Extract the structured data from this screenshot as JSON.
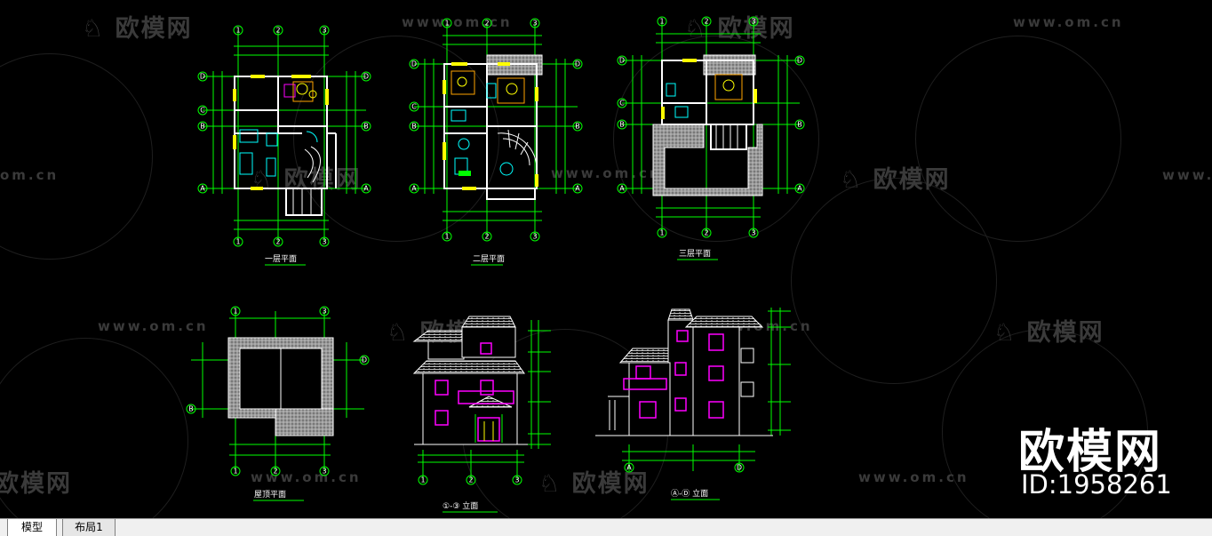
{
  "watermark": {
    "brand_text": "欧模网",
    "url_text": "www.om.cn",
    "url_partial_left": "om.cn",
    "url_partial_right": "www."
  },
  "brand_overlay": {
    "title": "欧模网",
    "id_text": "ID:1958261"
  },
  "drawings": {
    "plan1_title": "一层平面",
    "plan2_title": "二层平面",
    "plan3_title": "三层平面",
    "roof_title": "屋顶平面",
    "front_title": "①-③ 立面",
    "side_title": "Ⓐ-Ⓓ 立面"
  },
  "tabs": [
    {
      "label": "模型",
      "active": true
    },
    {
      "label": "布局1",
      "active": false
    }
  ],
  "colors": {
    "background": "#000000",
    "dimension_green": "#00ff00",
    "wall_white": "#ffffff",
    "window_yellow": "#ffff00",
    "window_magenta": "#ff00ff",
    "furniture_cyan": "#00ffff",
    "watermark_gray": "#3a3a3a"
  }
}
